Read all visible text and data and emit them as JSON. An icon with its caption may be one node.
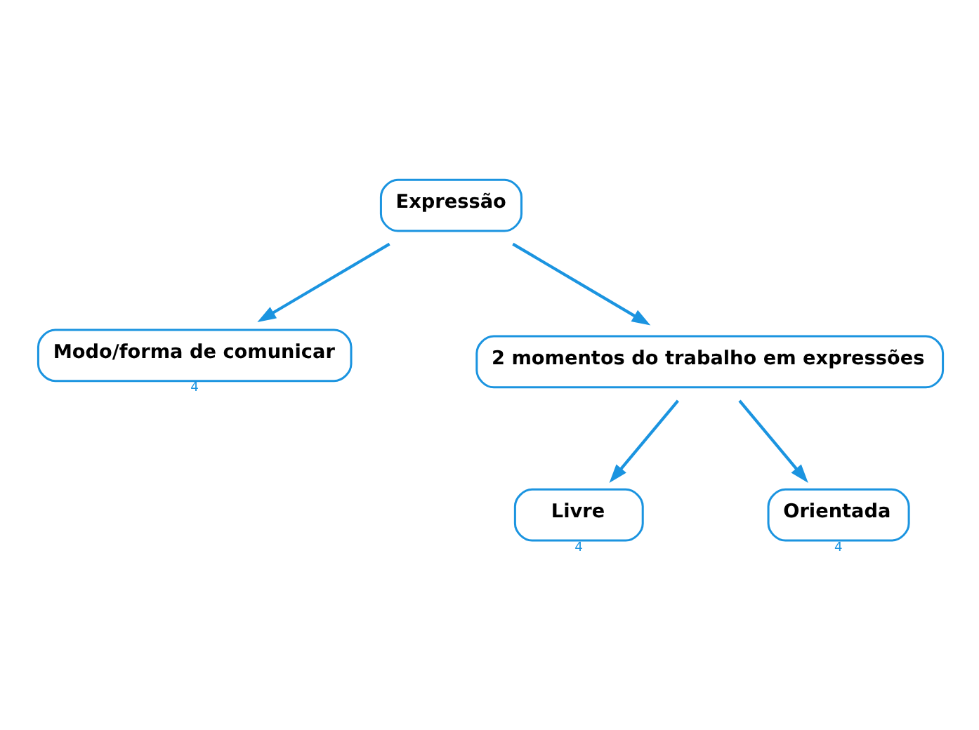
{
  "diagram": {
    "nodes": [
      {
        "text": [
          "Expressão"
        ]
      },
      {
        "text": [
          "Modo/forma de comunicar"
        ],
        "beside": [
          "4"
        ]
      },
      {
        "text": [
          "2 momentos do trabalho em expressões"
        ]
      },
      {
        "text": [
          "Livre"
        ],
        "beside": [
          "4"
        ]
      },
      {
        "text": [
          "Orientada"
        ],
        "beside": [
          "4"
        ]
      }
    ],
    "edges": [
      {
        "from": 0,
        "to": 1,
        "arrow": "to"
      },
      {
        "from": 0,
        "to": 2,
        "arrow": "to"
      },
      {
        "from": 2,
        "to": 3,
        "arrow": "to"
      },
      {
        "from": 2,
        "to": 4,
        "arrow": "to"
      }
    ]
  }
}
